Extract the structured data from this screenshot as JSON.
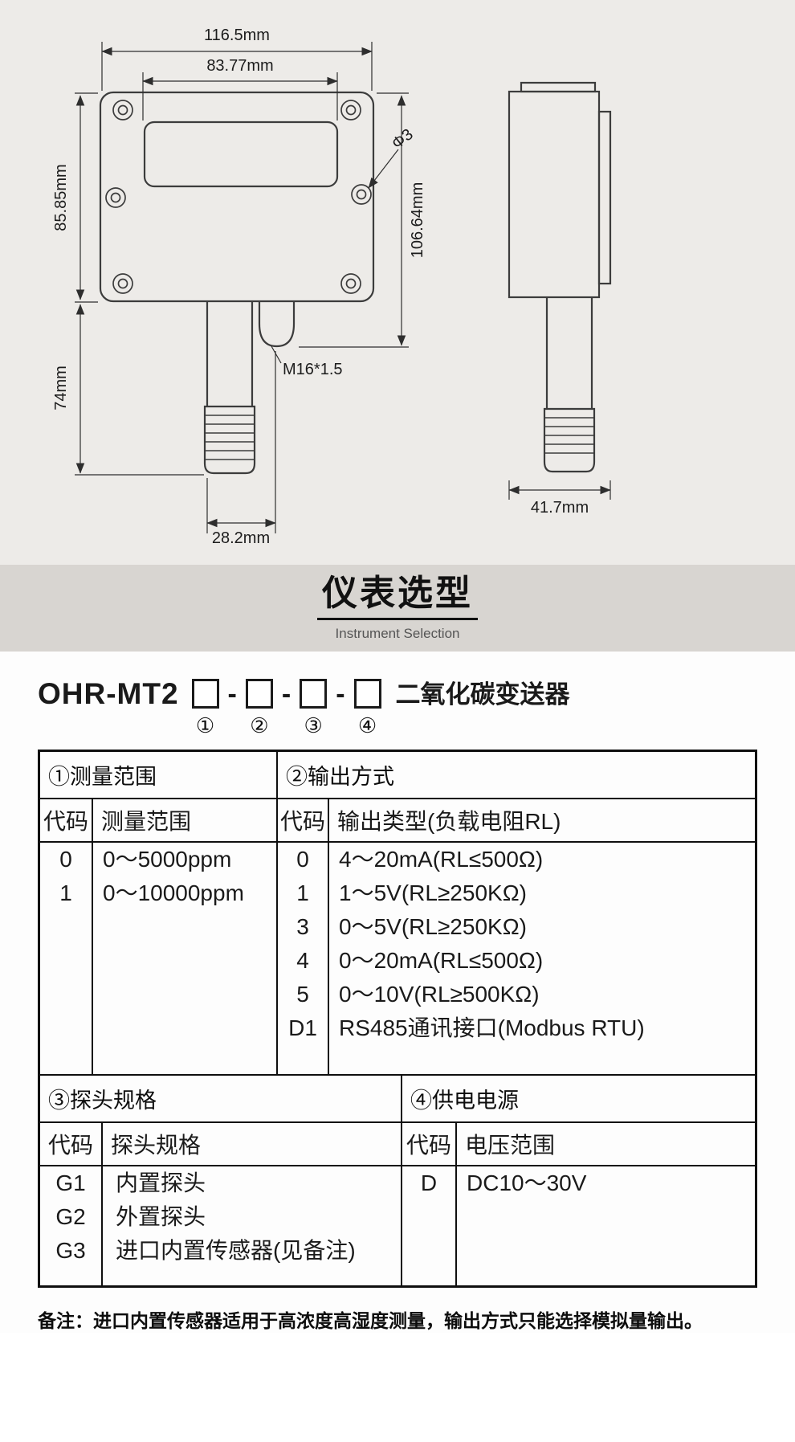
{
  "drawing": {
    "front": {
      "dim_width_top": "116.5mm",
      "dim_width_inner": "83.77mm",
      "dim_height_left": "85.85mm",
      "dim_probe_length": "74mm",
      "dim_height_right": "106.64mm",
      "dim_hole_diameter": "Φ3",
      "dim_gland_thread": "M16*1.5",
      "dim_probe_offset": "28.2mm"
    },
    "side": {
      "dim_width": "41.7mm"
    }
  },
  "banner": {
    "title": "仪表选型",
    "subtitle": "Instrument Selection"
  },
  "ordering": {
    "model_prefix": "OHR-MT2",
    "separator": "-",
    "product_name": "二氧化碳变送器",
    "slot_numbers": [
      "①",
      "②",
      "③",
      "④"
    ]
  },
  "selection_table": {
    "range": {
      "title": "①测量范围",
      "code_header": "代码",
      "value_header": "测量范围",
      "rows": [
        {
          "code": "0",
          "value": "0～5000ppm"
        },
        {
          "code": "1",
          "value": "0～10000ppm"
        }
      ]
    },
    "output": {
      "title": "②输出方式",
      "code_header": "代码",
      "value_header": "输出类型(负载电阻RL)",
      "rows": [
        {
          "code": "0",
          "value": "4～20mA(RL≤500Ω)"
        },
        {
          "code": "1",
          "value": "1～5V(RL≥250KΩ)"
        },
        {
          "code": "3",
          "value": "0～5V(RL≥250KΩ)"
        },
        {
          "code": "4",
          "value": "0～20mA(RL≤500Ω)"
        },
        {
          "code": "5",
          "value": "0～10V(RL≥500KΩ)"
        },
        {
          "code": "D1",
          "value": "RS485通讯接口(Modbus RTU)"
        }
      ]
    },
    "probe": {
      "title": "③探头规格",
      "code_header": "代码",
      "value_header": "探头规格",
      "rows": [
        {
          "code": "G1",
          "value": "内置探头"
        },
        {
          "code": "G2",
          "value": "外置探头"
        },
        {
          "code": "G3",
          "value": "进口内置传感器(见备注)"
        }
      ]
    },
    "power": {
      "title": "④供电电源",
      "code_header": "代码",
      "value_header": "电压范围",
      "rows": [
        {
          "code": "D",
          "value": "DC10～30V"
        }
      ]
    }
  },
  "note": "备注：进口内置传感器适用于高浓度高湿度测量，输出方式只能选择模拟量输出。"
}
